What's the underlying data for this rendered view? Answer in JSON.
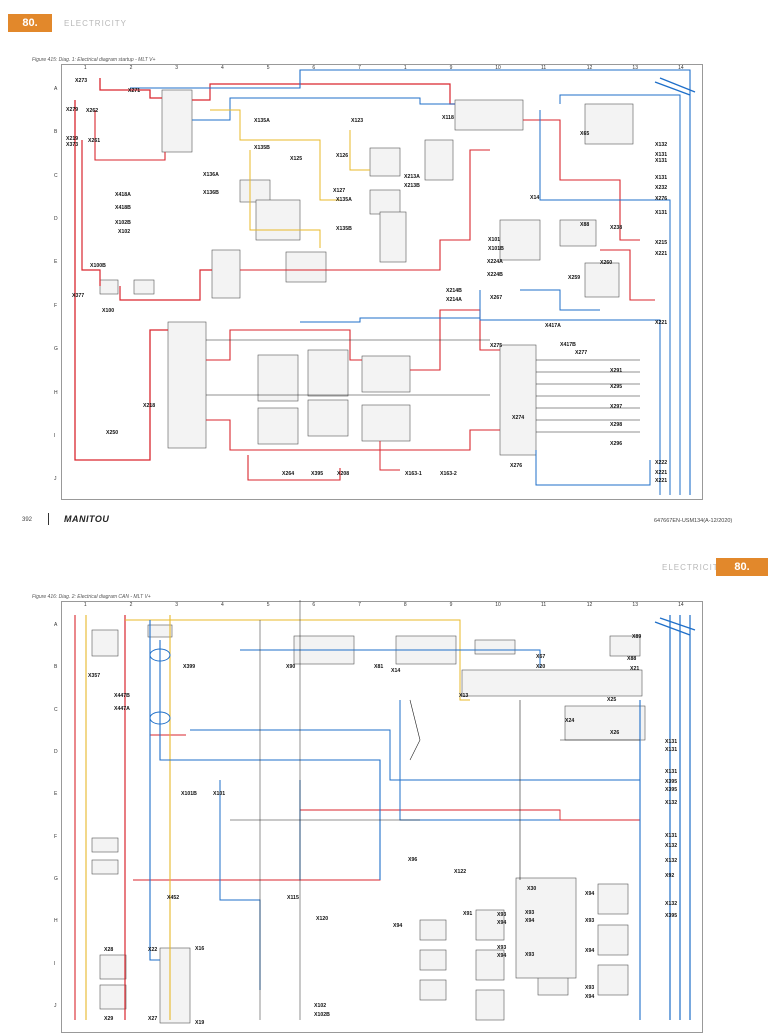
{
  "page1": {
    "section_tab": "80.",
    "section_title": "ELECTRICITY",
    "figure_title": "Figure 415: Diag. 1: Electrical diagram startup - MLT V+",
    "columns": [
      "1",
      "2",
      "3",
      "4",
      "5",
      "6",
      "7",
      "1",
      "9",
      "10",
      "11",
      "12",
      "13",
      "14"
    ],
    "rows": [
      "A",
      "B",
      "C",
      "D",
      "E",
      "F",
      "G",
      "H",
      "I",
      "J"
    ],
    "labels": [
      "X273",
      "X271",
      "X279",
      "X262",
      "X219",
      "X373",
      "X261",
      "X135A",
      "X135B",
      "X123",
      "X118",
      "X65",
      "X132",
      "X131",
      "X131",
      "X136A",
      "X136B",
      "X125",
      "X126",
      "X127",
      "X135A",
      "X135B",
      "X213A",
      "X213B",
      "X14",
      "X131",
      "X232",
      "X276",
      "X131",
      "X418A",
      "X418B",
      "X102B",
      "X102",
      "X88",
      "X238",
      "X101",
      "X101B",
      "X224A",
      "X224B",
      "X215",
      "X221",
      "X100B",
      "X377",
      "X100",
      "X260",
      "X259",
      "X214B",
      "X214A",
      "X267",
      "X221",
      "X417A",
      "X417B",
      "X277",
      "X275",
      "X291",
      "X295",
      "X297",
      "X218",
      "X250",
      "X298",
      "X296",
      "X274",
      "X222",
      "X221",
      "X221",
      "X276",
      "X264",
      "X395",
      "X208",
      "X163-1",
      "X163-2"
    ],
    "page_number": "392",
    "brand": "MANITOU",
    "doc_ref": "647667EN-USM134(A-12/2020)"
  },
  "page2": {
    "section_title": "ELECTRICITY",
    "section_tab": "80.",
    "figure_title": "Figure 416: Diag. 2: Electrical diagram CAN - MLT V+",
    "columns": [
      "1",
      "2",
      "3",
      "4",
      "5",
      "6",
      "7",
      "8",
      "9",
      "10",
      "11",
      "12",
      "13",
      "14"
    ],
    "rows": [
      "A",
      "B",
      "C",
      "D",
      "E",
      "F",
      "G",
      "H",
      "I",
      "J"
    ],
    "labels": [
      "X89",
      "X357",
      "X399",
      "X90",
      "X81",
      "X14",
      "X67",
      "X20",
      "X88",
      "X21",
      "X447B",
      "X447A",
      "X13",
      "X25",
      "X24",
      "X26",
      "X131",
      "X131",
      "X131",
      "X395",
      "X395",
      "X132",
      "X101B",
      "X101",
      "X131",
      "X132",
      "X132",
      "X96",
      "X122",
      "X92",
      "X30",
      "X94",
      "X132",
      "X395",
      "X452",
      "X115",
      "X91",
      "X93",
      "X94",
      "X120",
      "X94",
      "X93",
      "X94",
      "X93",
      "X94",
      "X28",
      "X22",
      "X16",
      "X93",
      "X93",
      "X94",
      "X102",
      "X102B",
      "X29",
      "X27",
      "X19",
      "X93",
      "X94"
    ]
  },
  "colors": {
    "accent": "#e2882b",
    "wire_red": "#d9262e",
    "wire_blue": "#1f6fc9",
    "wire_yellow": "#e8b92a",
    "wire_black": "#222222"
  }
}
